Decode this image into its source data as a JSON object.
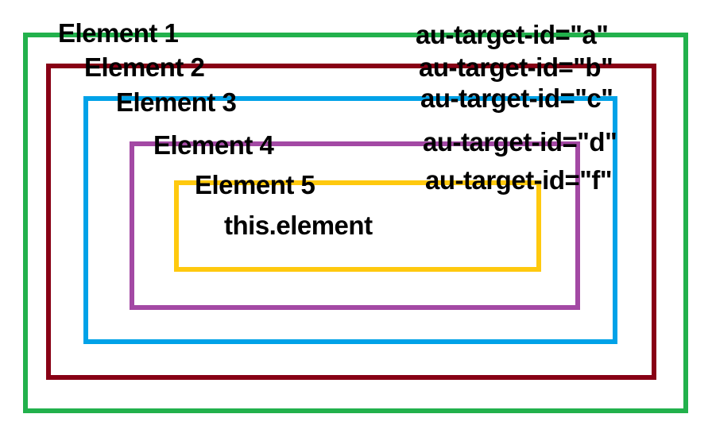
{
  "diagram": {
    "boxes": [
      {
        "label": "Element 1",
        "au_target_id": "au-target-id=\"a\"",
        "color": "#22b14c"
      },
      {
        "label": "Element 2",
        "au_target_id": "au-target-id=\"b\"",
        "color": "#880015"
      },
      {
        "label": "Element 3",
        "au_target_id": "au-target-id=\"c\"",
        "color": "#00a2e8"
      },
      {
        "label": "Element 4",
        "au_target_id": "au-target-id=\"d\"",
        "color": "#a349a4"
      },
      {
        "label": "Element 5",
        "au_target_id": "au-target-id=\"f\"",
        "color": "#ffc90e"
      }
    ],
    "inner_label": "this.element",
    "text_color": "#000000",
    "background_color": "#ffffff"
  }
}
